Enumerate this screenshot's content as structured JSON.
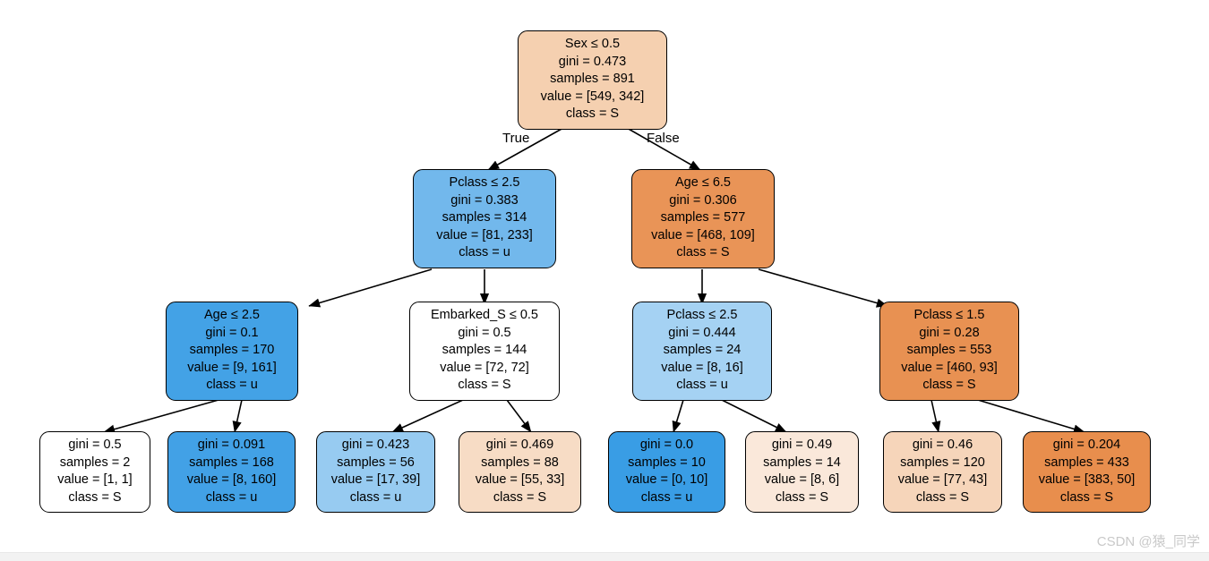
{
  "figure": {
    "type": "decision-tree",
    "title": "",
    "background_color": "#ffffff",
    "border_color": "#000000",
    "watermark": "CSDN @猿_同学",
    "edge_labels": {
      "left": "True",
      "right": "False"
    },
    "palette": {
      "orange_strong": "#e58139",
      "orange_mid": "#eeab7b",
      "orange_light": "#f5d0b0",
      "orange_pale": "#fae6d7",
      "blue_strong": "#399de5",
      "blue_mid": "#4fa8e8",
      "blue_light": "#8ec7f0",
      "blue_pale": "#b0d8f5",
      "neutral": "#ffffff"
    }
  },
  "nodes": {
    "root": {
      "id": "root",
      "condition": "Sex ≤ 0.5",
      "gini": "gini = 0.473",
      "samples": "samples = 891",
      "value": "value = [549, 342]",
      "class": "class = S",
      "fill": "#f5d0b0"
    },
    "n_l": {
      "id": "n_l",
      "condition": "Pclass ≤ 2.5",
      "gini": "gini = 0.383",
      "samples": "samples = 314",
      "value": "value = [81, 233]",
      "class": "class = u",
      "fill": "#72b8ec"
    },
    "n_r": {
      "id": "n_r",
      "condition": "Age ≤ 6.5",
      "gini": "gini = 0.306",
      "samples": "samples = 577",
      "value": "value = [468, 109]",
      "class": "class = S",
      "fill": "#e99457"
    },
    "n_ll": {
      "id": "n_ll",
      "condition": "Age ≤ 2.5",
      "gini": "gini = 0.1",
      "samples": "samples = 170",
      "value": "value = [9, 161]",
      "class": "class = u",
      "fill": "#43a2e6"
    },
    "n_lr": {
      "id": "n_lr",
      "condition": "Embarked_S ≤ 0.5",
      "gini": "gini = 0.5",
      "samples": "samples = 144",
      "value": "value = [72, 72]",
      "class": "class = S",
      "fill": "#ffffff"
    },
    "n_rl": {
      "id": "n_rl",
      "condition": "Pclass ≤ 2.5",
      "gini": "gini = 0.444",
      "samples": "samples = 24",
      "value": "value = [8, 16]",
      "class": "class = u",
      "fill": "#a5d2f3"
    },
    "n_rr": {
      "id": "n_rr",
      "condition": "Pclass ≤ 1.5",
      "gini": "gini = 0.28",
      "samples": "samples = 553",
      "value": "value = [460, 93]",
      "class": "class = S",
      "fill": "#e89152"
    },
    "leaf1": {
      "id": "leaf1",
      "condition": "",
      "gini": "gini = 0.5",
      "samples": "samples = 2",
      "value": "value = [1, 1]",
      "class": "class = S",
      "fill": "#ffffff"
    },
    "leaf2": {
      "id": "leaf2",
      "condition": "",
      "gini": "gini = 0.091",
      "samples": "samples = 168",
      "value": "value = [8, 160]",
      "class": "class = u",
      "fill": "#42a1e6"
    },
    "leaf3": {
      "id": "leaf3",
      "condition": "",
      "gini": "gini = 0.423",
      "samples": "samples = 56",
      "value": "value = [17, 39]",
      "class": "class = u",
      "fill": "#97cbf1"
    },
    "leaf4": {
      "id": "leaf4",
      "condition": "",
      "gini": "gini = 0.469",
      "samples": "samples = 88",
      "value": "value = [55, 33]",
      "class": "class = S",
      "fill": "#f7dcc5"
    },
    "leaf5": {
      "id": "leaf5",
      "condition": "",
      "gini": "gini = 0.0",
      "samples": "samples = 10",
      "value": "value = [0, 10]",
      "class": "class = u",
      "fill": "#399de5"
    },
    "leaf6": {
      "id": "leaf6",
      "condition": "",
      "gini": "gini = 0.49",
      "samples": "samples = 14",
      "value": "value = [8, 6]",
      "class": "class = S",
      "fill": "#fae8da"
    },
    "leaf7": {
      "id": "leaf7",
      "condition": "",
      "gini": "gini = 0.46",
      "samples": "samples = 120",
      "value": "value = [77, 43]",
      "class": "class = S",
      "fill": "#f6d5ba"
    },
    "leaf8": {
      "id": "leaf8",
      "condition": "",
      "gini": "gini = 0.204",
      "samples": "samples = 433",
      "value": "value = [383, 50]",
      "class": "class = S",
      "fill": "#e88e4d"
    }
  },
  "chart_data": {
    "type": "tree",
    "title": "Decision tree classifier (Titanic)",
    "class_names": [
      "S",
      "u"
    ],
    "criterion": "gini",
    "total_samples": 891,
    "tree": [
      {
        "id": "root",
        "depth": 0,
        "feature": "Sex",
        "threshold": 0.5,
        "gini": 0.473,
        "samples": 891,
        "value": [
          549,
          342
        ],
        "class": "S",
        "children": [
          "n_l",
          "n_r"
        ]
      },
      {
        "id": "n_l",
        "depth": 1,
        "branch": "True",
        "feature": "Pclass",
        "threshold": 2.5,
        "gini": 0.383,
        "samples": 314,
        "value": [
          81,
          233
        ],
        "class": "u",
        "children": [
          "n_ll",
          "n_lr"
        ]
      },
      {
        "id": "n_r",
        "depth": 1,
        "branch": "False",
        "feature": "Age",
        "threshold": 6.5,
        "gini": 0.306,
        "samples": 577,
        "value": [
          468,
          109
        ],
        "class": "S",
        "children": [
          "n_rl",
          "n_rr"
        ]
      },
      {
        "id": "n_ll",
        "depth": 2,
        "feature": "Age",
        "threshold": 2.5,
        "gini": 0.1,
        "samples": 170,
        "value": [
          9,
          161
        ],
        "class": "u",
        "children": [
          "leaf1",
          "leaf2"
        ]
      },
      {
        "id": "n_lr",
        "depth": 2,
        "feature": "Embarked_S",
        "threshold": 0.5,
        "gini": 0.5,
        "samples": 144,
        "value": [
          72,
          72
        ],
        "class": "S",
        "children": [
          "leaf3",
          "leaf4"
        ]
      },
      {
        "id": "n_rl",
        "depth": 2,
        "feature": "Pclass",
        "threshold": 2.5,
        "gini": 0.444,
        "samples": 24,
        "value": [
          8,
          16
        ],
        "class": "u",
        "children": [
          "leaf5",
          "leaf6"
        ]
      },
      {
        "id": "n_rr",
        "depth": 2,
        "feature": "Pclass",
        "threshold": 1.5,
        "gini": 0.28,
        "samples": 553,
        "value": [
          460,
          93
        ],
        "class": "S",
        "children": [
          "leaf7",
          "leaf8"
        ]
      },
      {
        "id": "leaf1",
        "depth": 3,
        "leaf": true,
        "gini": 0.5,
        "samples": 2,
        "value": [
          1,
          1
        ],
        "class": "S"
      },
      {
        "id": "leaf2",
        "depth": 3,
        "leaf": true,
        "gini": 0.091,
        "samples": 168,
        "value": [
          8,
          160
        ],
        "class": "u"
      },
      {
        "id": "leaf3",
        "depth": 3,
        "leaf": true,
        "gini": 0.423,
        "samples": 56,
        "value": [
          17,
          39
        ],
        "class": "u"
      },
      {
        "id": "leaf4",
        "depth": 3,
        "leaf": true,
        "gini": 0.469,
        "samples": 88,
        "value": [
          55,
          33
        ],
        "class": "S"
      },
      {
        "id": "leaf5",
        "depth": 3,
        "leaf": true,
        "gini": 0.0,
        "samples": 10,
        "value": [
          0,
          10
        ],
        "class": "u"
      },
      {
        "id": "leaf6",
        "depth": 3,
        "leaf": true,
        "gini": 0.49,
        "samples": 14,
        "value": [
          8,
          6
        ],
        "class": "S"
      },
      {
        "id": "leaf7",
        "depth": 3,
        "leaf": true,
        "gini": 0.46,
        "samples": 120,
        "value": [
          77,
          43
        ],
        "class": "S"
      },
      {
        "id": "leaf8",
        "depth": 3,
        "leaf": true,
        "gini": 0.204,
        "samples": 433,
        "value": [
          383,
          50
        ],
        "class": "S"
      }
    ]
  }
}
